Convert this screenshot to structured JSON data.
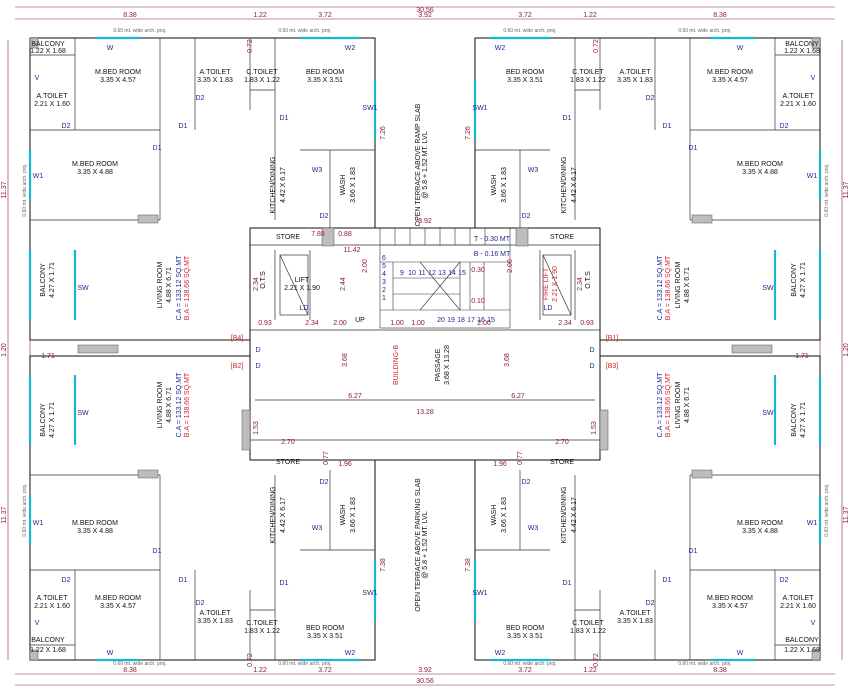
{
  "dims": {
    "top_total": "30.56",
    "top_segments": [
      "8.38",
      "1.22",
      "3.72",
      "3.92",
      "3.72",
      "1.22",
      "8.38"
    ],
    "side_upper": "11.37",
    "side_mid": "1.20",
    "side_lower": "11.37",
    "terrace": "7.26",
    "terrace_lower": "7.38",
    "d_392": "3.92",
    "d_1142": "11.42",
    "d_788": "7.88",
    "d_088": "0.88",
    "d_200": "2.00",
    "d_234": "2.34",
    "d_093": "0.93",
    "d_100": "1.00",
    "d_244": "2.44",
    "d_368": "3.68",
    "d_627": "6.27",
    "d_1328": "13.28",
    "d_153": "1.53",
    "d_270": "2.70",
    "d_196": "1.96",
    "d_077": "0.77",
    "d_072": "0.72",
    "d_171": "1.71",
    "d_030": "0.30",
    "d_010": "0.10"
  },
  "rooms": {
    "balcony_small": "BALCONY",
    "balcony_small_size": "1.22 X 1.68",
    "m_bed": "M.BED ROOM",
    "m_bed_size_a": "3.35 X 4.57",
    "m_bed_size_b": "3.35 X 4.88",
    "a_toilet": "A.TOILET",
    "a_toilet_size_a": "3.35 X 1.83",
    "a_toilet_size_b": "2.21 X 1.60",
    "c_toilet": "C.TOILET",
    "c_toilet_size": "1.83 X 1.22",
    "bed_room": "BED ROOM",
    "bed_room_size": "3.35 X 3.51",
    "kitchen": "KITCHEN/DINING",
    "kitchen_size": "4.42 X 6.17",
    "wash": "WASH",
    "wash_size": "3.66 X 1.83",
    "balcony": "BALCONY",
    "balcony_size": "4.27 X 1.71",
    "living": "LIVING ROOM",
    "living_size": "4.88 X 6.71",
    "ca": "C.A = 133.12 SQ.MT",
    "ba": "B.A = 138.66 SQ.MT",
    "lift": "LIFT",
    "lift_size": "2.21 X 1.90",
    "fire_lift": "FIRE LIFT",
    "fire_lift_size": "2.21 X 1.90",
    "ots": "O.T.S",
    "store": "STORE",
    "passage": "PASSAGE",
    "passage_size": "3.68 X 13.28",
    "building": "BUILDING-B",
    "terrace_top": "OPEN TERRACE ABOVE RAMP SLAB",
    "terrace_top_lvl": "@ 5.8 + 1.52 MT. LVL",
    "terrace_bottom": "OPEN TERRACE ABOVE PARKING SLAB",
    "terrace_bottom_lvl": "@ 5.8 + 1.52 MT. LVL",
    "up": "UP",
    "t_lvl": "T - 0.30 MT",
    "b_lvl": "B - 0.16 MT",
    "flat_b4": "[B4]",
    "flat_b1": "[B1]",
    "flat_b2": "[B2]",
    "flat_b3": "[B3]",
    "arch_note": "0.60 mt. wide arch. proj."
  },
  "tags": {
    "d": "D",
    "d1": "D1",
    "d2": "D2",
    "w": "W",
    "w1": "W1",
    "w2": "W2",
    "w3": "W3",
    "v": "V",
    "sw": "SW",
    "sw1": "SW1",
    "ld": "LD"
  },
  "stairs": {
    "left_flight": [
      "1",
      "2",
      "3",
      "4",
      "5",
      "6"
    ],
    "right_flight": [
      "9",
      "10",
      "11",
      "12",
      "13",
      "14",
      "15"
    ],
    "bottom_flight": [
      "20",
      "19",
      "18",
      "17",
      "16",
      "15"
    ]
  }
}
